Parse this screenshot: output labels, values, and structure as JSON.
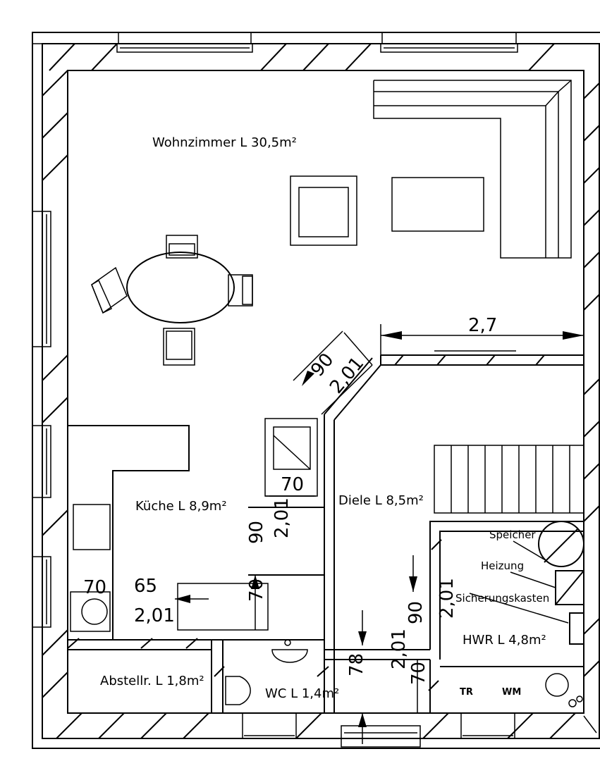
{
  "rooms": {
    "wohnzimmer": "Wohnzimmer L 30,5m²",
    "kueche": "Küche L 8,9m²",
    "diele": "Diele L 8,5m²",
    "abstellraum": "Abstellr. L 1,8m²",
    "wc": "WC L 1,4m²",
    "hwr": "HWR L 4,8m²"
  },
  "annotations": {
    "speicher": "Speicher",
    "heizung": "Heizung",
    "sicherungskasten": "Sicherungskasten"
  },
  "appliances": {
    "dryer": "TR",
    "washer": "WM"
  },
  "dimensions": {
    "living_width": "2,7",
    "door_diag_width": "90",
    "door_diag_height": "2,01",
    "kitchen_door_width": "90",
    "kitchen_door_height": "2,01",
    "closet_width": "70",
    "shower_width": "70",
    "abst_door_width": "70",
    "wc_door_width": "65",
    "wc_door_height": "2,01",
    "hwr_door_width": "90",
    "hwr_door_height": "2,01",
    "bottom_door_width": "78",
    "bottom_door_height": "2,01",
    "bottom_side_width": "70"
  }
}
